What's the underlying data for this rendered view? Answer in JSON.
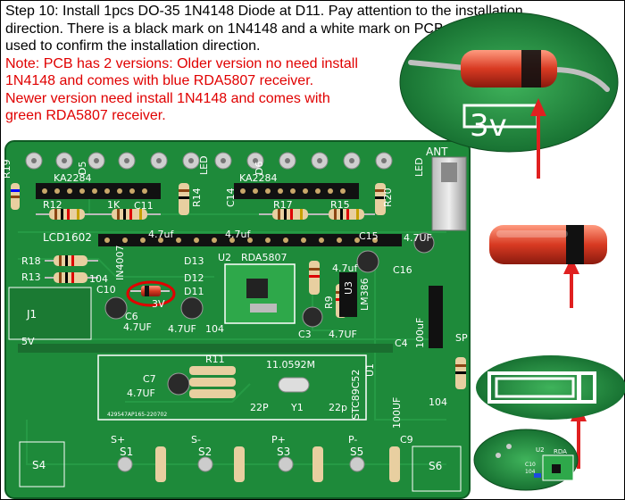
{
  "instructions": {
    "step_text": "Step 10: Install 1pcs DO-35 1N4148 Diode at D11. Pay attention to the installation direction. There is a black mark on 1N4148 and a white mark on PCB which are used to confirm the installation direction.",
    "note_line1": "Note: PCB has 2 versions: Older version no need install",
    "note_line2": "1N4148 and comes with blue RDA5807 receiver.",
    "note_line3": "Newer version need install 1N4148 and comes with",
    "note_line4": "green RDA5807 receiver."
  },
  "pcb_labels": {
    "r19": "R19",
    "d5": "D5",
    "led_left": "LED",
    "d6": "D6",
    "led_right": "LED",
    "ant": "ANT",
    "ka2284_left": "KA2284",
    "ka2284_right": "KA2284",
    "r12": "R12",
    "r1k": "1K",
    "c11": "C11",
    "r14": "R14",
    "c14": "C14",
    "r17": "R17",
    "r15": "R15",
    "r20": "R20",
    "lcd1602": "LCD1602",
    "cap_47uf_a": "4.7uf",
    "cap_47uf_b": "4.7uf",
    "c15": "C15",
    "cap_47uf_c": "4.7UF",
    "r18": "R18",
    "in4007": "IN4007",
    "d13": "D13",
    "u2": "U2",
    "rda5807": "RDA5807",
    "cap_47uf_d": "4.7uf",
    "c16": "C16",
    "r13": "R13",
    "d12": "D12",
    "c10": "C10",
    "d11": "D11",
    "v3": "3V",
    "u3": "U3",
    "lm386": "LM386",
    "r9": "R9",
    "j1": "J1",
    "c6": "C6",
    "cap_47uf_e": "4.7UF",
    "cap_47uf_f": "4.7UF",
    "c104": "104",
    "c3": "C3",
    "cap_47uf_g": "4.7UF",
    "c4": "C4",
    "c100uf_a": "100uF",
    "sp": "SP",
    "v5": "5V",
    "r11": "R11",
    "crystal": "11.0592M",
    "stc": "STC89C52",
    "u1": "U1",
    "c7": "C7",
    "cap_47uf_h": "4.7UF",
    "c22p_a": "22P",
    "y1": "Y1",
    "c22p_b": "22p",
    "c100uf_b": "100UF",
    "c104_b": "104",
    "chip_code": "429547AP165-220702",
    "s_plus": "S+",
    "s1": "S1",
    "s_minus": "S-",
    "s2": "S2",
    "p_plus": "P+",
    "s5": "S5",
    "p_minus": "P-",
    "s3": "S3",
    "s4": "S4",
    "s6": "S6",
    "c9": "C9"
  },
  "inset_labels": {
    "zoom_3v": "3v",
    "mini_u2": "U2",
    "mini_rda": "RDA",
    "mini_c10": "C10",
    "mini_104": "104"
  },
  "colors": {
    "pcb_green": "#1e8a3a",
    "note_red": "#e00000",
    "arrow_red": "#e02020",
    "highlight_red": "#e00000"
  }
}
